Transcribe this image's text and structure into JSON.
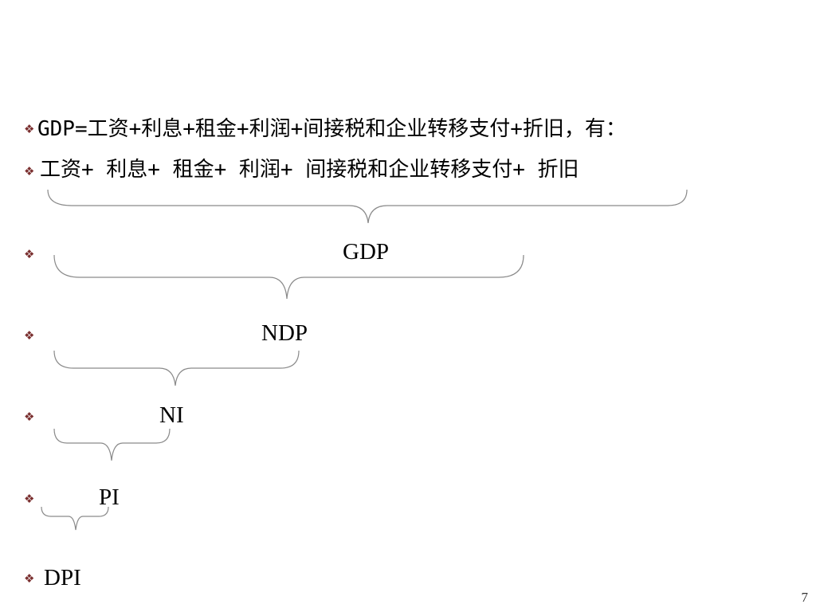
{
  "colors": {
    "bullet": "#7a2f2f",
    "brace": "#8a8a8a",
    "text": "#000000"
  },
  "bullet_icon": "diamond-quad-bullet-icon",
  "bullet_glyph": "❖",
  "lines": {
    "formula": "GDP=工资+利息+租金+利润+间接税和企业转移支付+折旧，有：",
    "components": "工资+ 利息+ 租金+ 利润+ 间接税和企业转移支付+ 折旧"
  },
  "terms": {
    "gdp": "GDP",
    "ndp": "NDP",
    "ni": "NI",
    "pi": "PI",
    "dpi": "DPI"
  },
  "slide_number": "7"
}
